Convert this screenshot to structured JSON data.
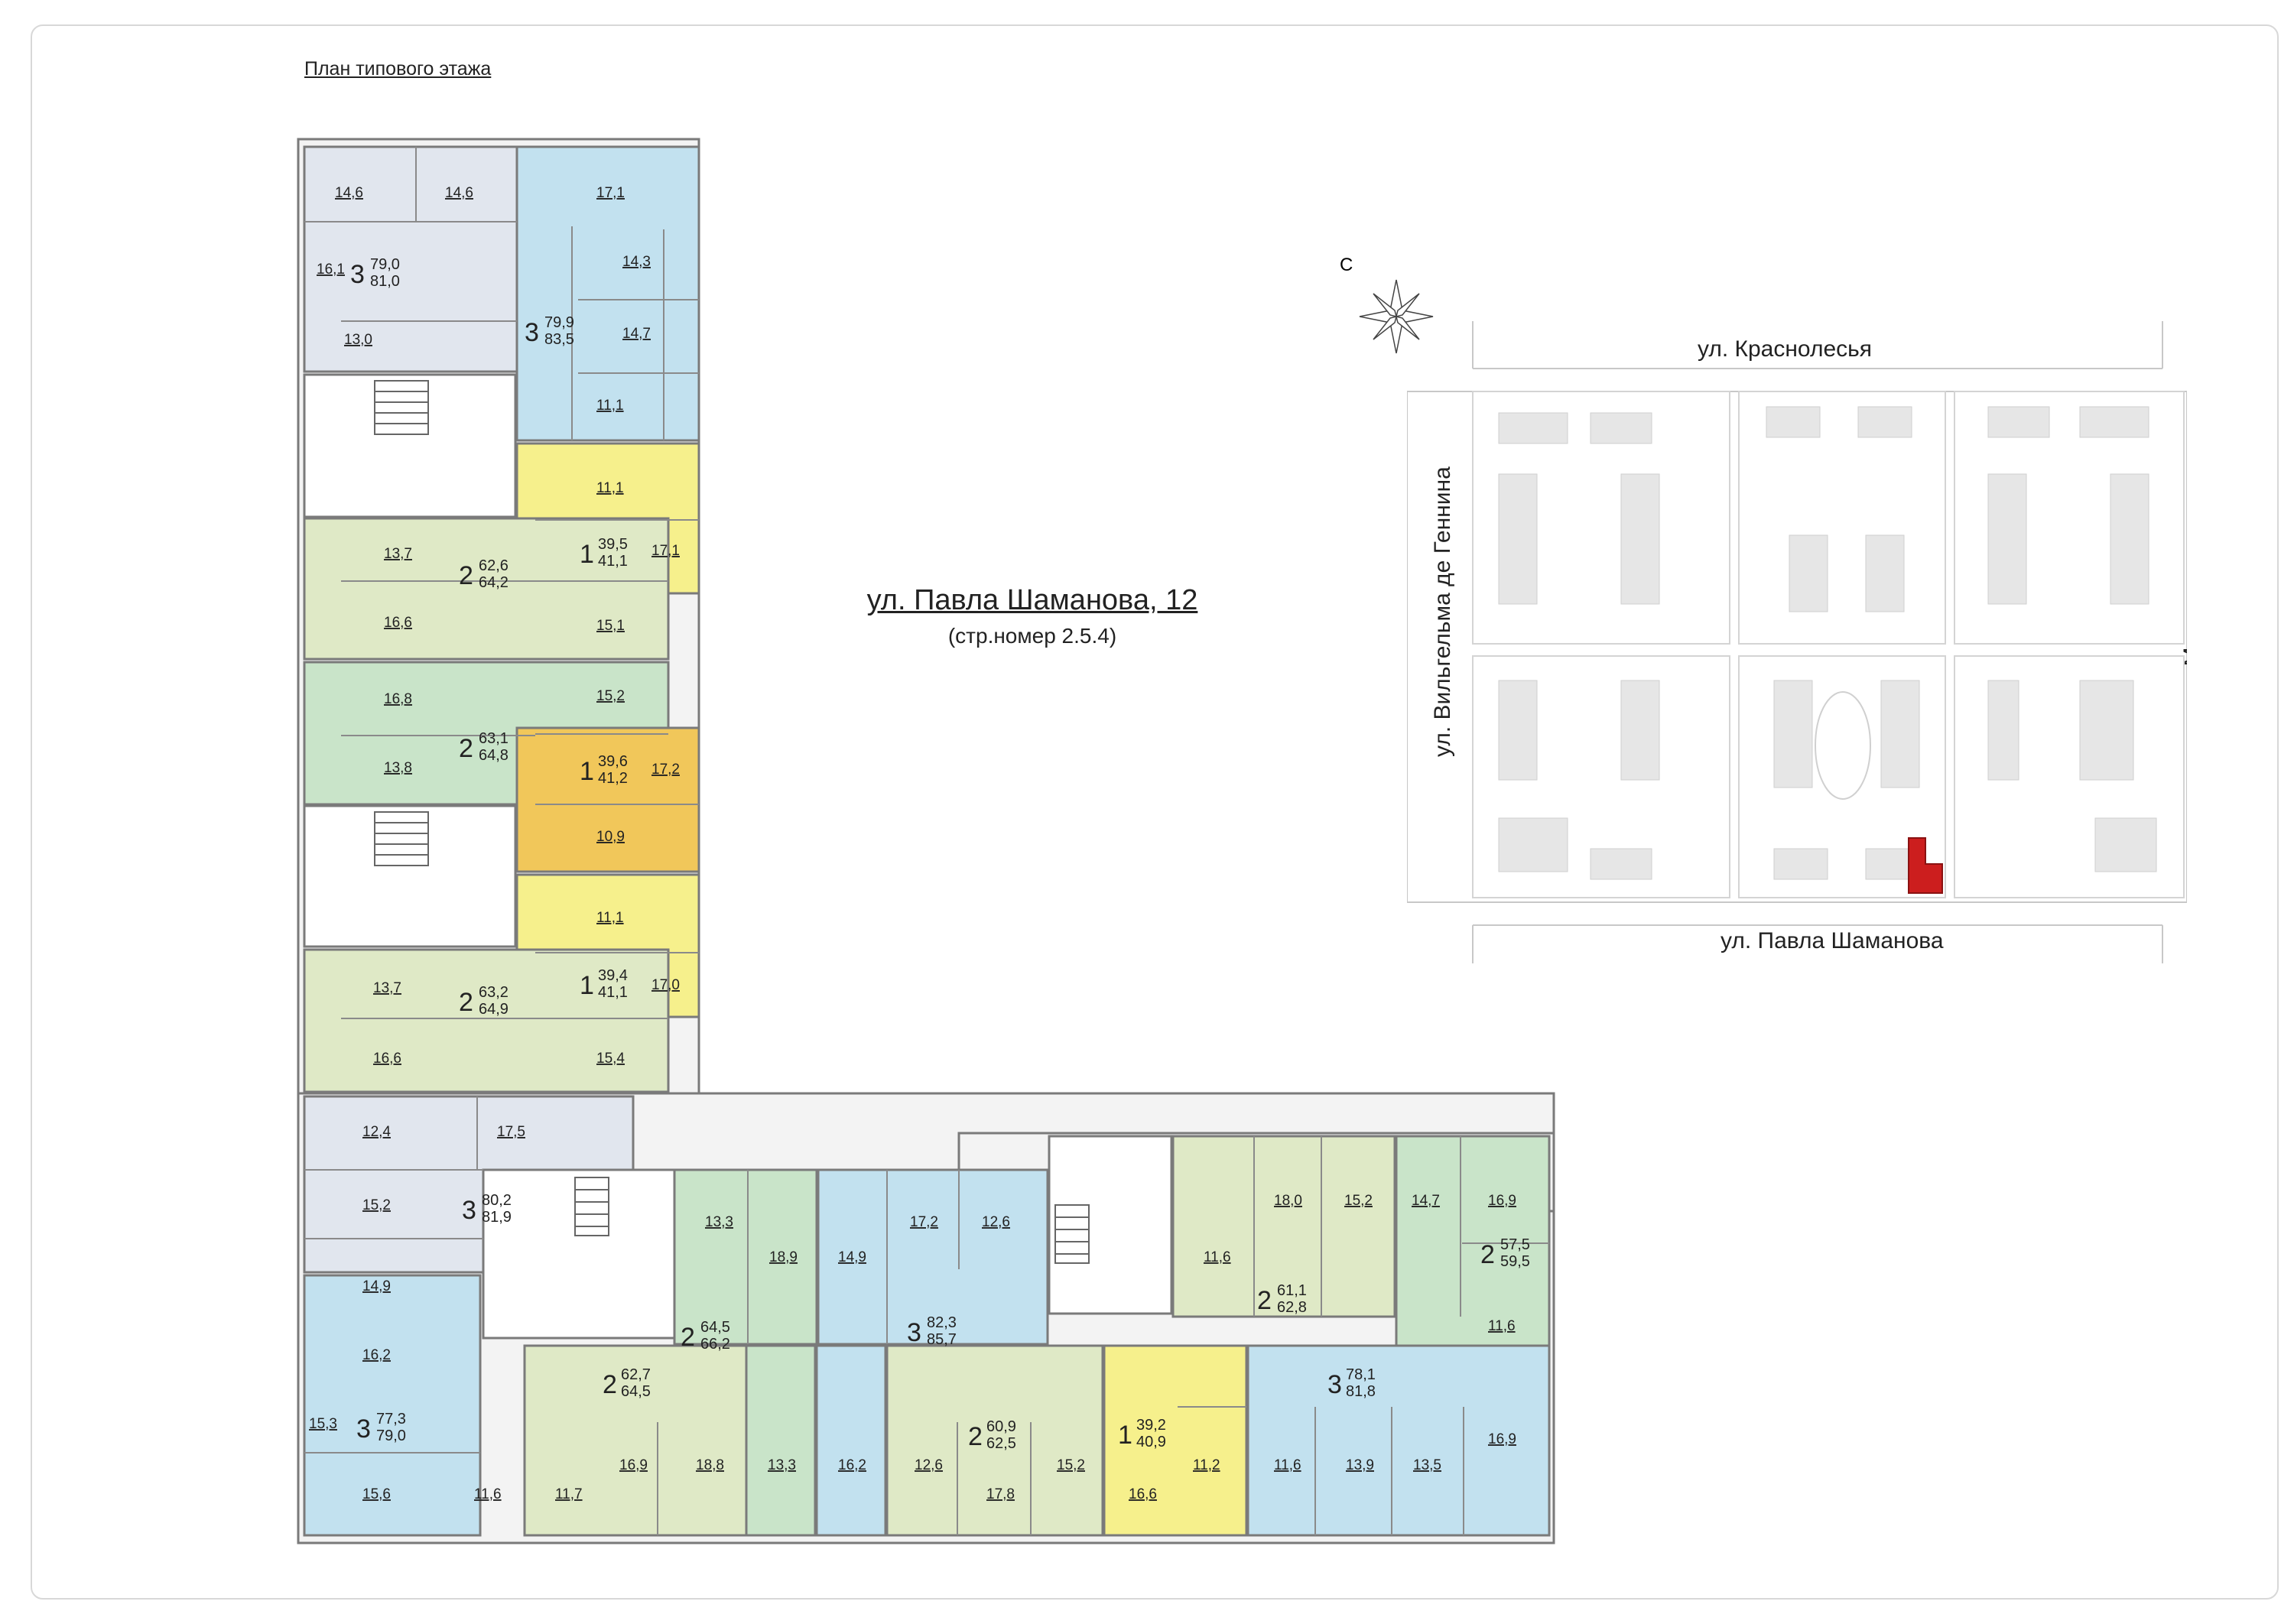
{
  "plan_title": "План типового этажа",
  "building": {
    "title": "ул. Павла Шаманова, 12",
    "subtitle": "(стр.номер 2.5.4)"
  },
  "compass": {
    "label": "С"
  },
  "streets": {
    "north": "ул. Краснолесья",
    "south": "ул. Павла Шаманова",
    "west": "ул. Вильгельма де Геннина",
    "east": "ул. Мехренцева"
  },
  "colors": {
    "studio_1": "#f6f08c",
    "studio_1_selected": "#f1c75a",
    "two_room": "#dfe9c6",
    "two_room_alt": "#c9e4c9",
    "three_room_blue": "#c2e1ef",
    "three_room_grey": "#e1e6ee",
    "common": "#ffffff",
    "highlight_building": "#cc1e1e"
  },
  "apartments": [
    {
      "id": "a1",
      "rooms": "3",
      "area_living": "79,0",
      "area_total": "81,0"
    },
    {
      "id": "a2",
      "rooms": "3",
      "area_living": "79,9",
      "area_total": "83,5"
    },
    {
      "id": "a3",
      "rooms": "1",
      "area_living": "39,5",
      "area_total": "41,1"
    },
    {
      "id": "a4",
      "rooms": "2",
      "area_living": "62,6",
      "area_total": "64,2"
    },
    {
      "id": "a5",
      "rooms": "2",
      "area_living": "63,1",
      "area_total": "64,8"
    },
    {
      "id": "a6",
      "rooms": "1",
      "area_living": "39,6",
      "area_total": "41,2"
    },
    {
      "id": "a7",
      "rooms": "1",
      "area_living": "39,4",
      "area_total": "41,1"
    },
    {
      "id": "a8",
      "rooms": "2",
      "area_living": "63,2",
      "area_total": "64,9"
    },
    {
      "id": "a9",
      "rooms": "3",
      "area_living": "80,2",
      "area_total": "81,9"
    },
    {
      "id": "a10",
      "rooms": "2",
      "area_living": "64,5",
      "area_total": "66,2"
    },
    {
      "id": "a11",
      "rooms": "3",
      "area_living": "82,3",
      "area_total": "85,7"
    },
    {
      "id": "a12",
      "rooms": "2",
      "area_living": "61,1",
      "area_total": "62,8"
    },
    {
      "id": "a13",
      "rooms": "2",
      "area_living": "57,5",
      "area_total": "59,5"
    },
    {
      "id": "a14",
      "rooms": "3",
      "area_living": "77,3",
      "area_total": "79,0"
    },
    {
      "id": "a15",
      "rooms": "2",
      "area_living": "62,7",
      "area_total": "64,5"
    },
    {
      "id": "a16",
      "rooms": "2",
      "area_living": "60,9",
      "area_total": "62,5"
    },
    {
      "id": "a17",
      "rooms": "1",
      "area_living": "39,2",
      "area_total": "40,9"
    },
    {
      "id": "a18",
      "rooms": "3",
      "area_living": "78,1",
      "area_total": "81,8"
    }
  ],
  "room_areas": [
    "14,6",
    "14,6",
    "17,1",
    "16,1",
    "14,3",
    "13,0",
    "14,7",
    "11,1",
    "11,1",
    "17,1",
    "13,7",
    "16,6",
    "15,1",
    "16,8",
    "15,2",
    "13,8",
    "17,2",
    "10,9",
    "11,1",
    "13,7",
    "17,0",
    "16,6",
    "15,4",
    "12,4",
    "17,5",
    "15,2",
    "13,3",
    "18,9",
    "17,2",
    "12,6",
    "14,9",
    "11,6",
    "18,0",
    "15,2",
    "14,7",
    "16,9",
    "14,9",
    "11,6",
    "16,2",
    "15,3",
    "16,9",
    "18,8",
    "13,3",
    "16,2",
    "12,6",
    "15,2",
    "11,6",
    "13,9",
    "13,5",
    "16,9",
    "15,6",
    "11,6",
    "11,7",
    "17,8",
    "16,6",
    "11,2"
  ]
}
